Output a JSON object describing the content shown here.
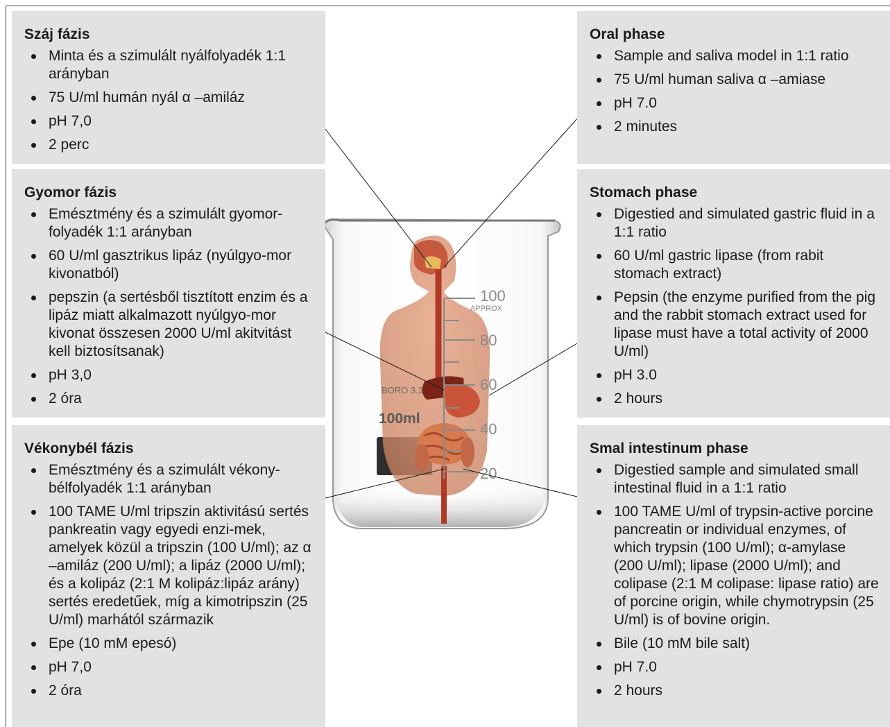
{
  "left": [
    {
      "title": "Száj fázis",
      "items": [
        "Minta és a szimulált nyálfolyadék 1:1 arányban",
        "75 U/ml humán nyál α –amiláz",
        "pH 7,0",
        "2 perc"
      ]
    },
    {
      "title": "Gyomor fázis",
      "items": [
        "Emésztmény és a szimulált gyomor-folyadék 1:1 arányban",
        "60 U/ml gasztrikus lipáz (nyúlgyo-mor kivonatból)",
        "pepszin (a sertésből tisztított enzim és a lipáz miatt alkalmazott nyúlgyo-mor kivonat összesen 2000 U/ml akitvitást kell biztosítsanak)",
        "pH 3,0",
        "2 óra"
      ]
    },
    {
      "title": "Vékonybél fázis",
      "items": [
        "Emésztmény és a szimulált vékony-bélfolyadék 1:1 arányban",
        "100 TAME U/ml tripszin aktivitású sertés pankreatin vagy egyedi enzi-mek, amelyek közül a tripszin (100 U/ml); az α –amiláz (200 U/ml); a  lipáz (2000 U/ml); és a kolipáz (2:1 M kolipáz:lipáz arány) sertés eredetűek, míg a kimotripszin (25 U/ml) marhától származik",
        "Epe (10 mM epesó)",
        "pH 7,0",
        "2 óra"
      ]
    }
  ],
  "right": [
    {
      "title": "Oral phase",
      "items": [
        "Sample and saliva model in 1:1 ratio",
        "75 U/ml human saliva α –amiase",
        "pH 7.0",
        "2 minutes"
      ]
    },
    {
      "title": "Stomach phase",
      "items": [
        "Digestied and simulated gastric fluid in a 1:1 ratio",
        "60 U/ml gastric lipase (from rabit stomach extract)",
        "Pepsin (the enzyme purified from the pig and the rabbit stomach extract used for lipase must have a total activity of 2000 U/ml)",
        "pH 3.0",
        "2 hours"
      ]
    },
    {
      "title": "Smal intestinum phase",
      "items": [
        "Digestied sample and simulated small intestinal fluid in a 1:1 ratio",
        "100 TAME U/ml of trypsin-active porcine pancreatin or individual enzymes, of which trypsin (100 U/ml); α-amylase (200 U/ml); lipase (2000 U/ml); and colipase (2:1 M colipase: lipase ratio) are of porcine origin, while chymotrypsin (25 U/ml) is of bovine origin.",
        "Bile (10 mM bile salt)",
        "pH 7.0",
        "2 hours"
      ]
    }
  ],
  "beaker": {
    "scale_labels": [
      "100",
      "80",
      "60",
      "40",
      "20"
    ],
    "approx_label": "APPROX",
    "brand_label": "BORO 3.3",
    "volume_label": "100ml"
  },
  "colors": {
    "panel_bg": "#e2e2e2",
    "organ_red": "#b5482c",
    "skin": "#d9906f"
  }
}
